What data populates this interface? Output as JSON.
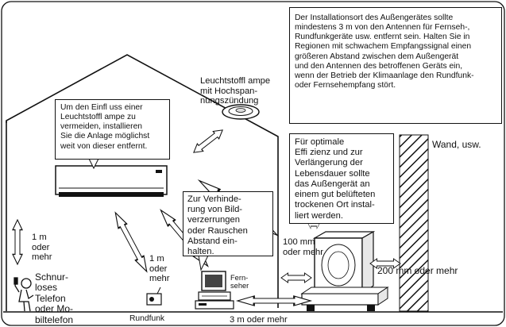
{
  "notes": {
    "antenna": "Der Installationsort des Außengerätes sollte\nmindestens 3 m von den Antennen für Fernseh-,\nRundfunkgeräte usw. entfernt sein. Halten Sie in\nRegionen mit schwachem Empfangssignal einen\ngrößeren Abstand zwischen dem Außengerät\nund den Antennen des betroffenen Geräts ein,\nwenn der Betrieb der Klimaanlage den Rundfunk-\noder Fernsehempfang stört.",
    "lamp": "Um den Einfl uss einer\nLeuchtstoffl ampe zu\nvermeiden, installieren\nSie die Anlage möglichst\nweit von dieser entfernt.",
    "noise": "Zur Verhinde-\nrung von Bild-\nverzerrungen\noder Rauschen\nAbstand ein-\nhalten.",
    "ventilation": "Für optimale\nEffi zienz und zur\nVerlängerung der\nLebensdauer sollte\ndas Außengerät an\neinem gut belüfteten\ntrockenen Ort instal-\nliert werden."
  },
  "labels": {
    "lamp": "Leuchtstoffl ampe\nmit Hochspan-\nnungszündung",
    "wall": "Wand, usw.",
    "phone_dist": "1 m\noder\nmehr",
    "phone": "Schnur-\nloses\nTelefon\noder Mo-\nbiltelefon",
    "radio_dist": "1 m\noder\nmehr",
    "radio": "Rundfunk",
    "tv": "Fern-\nseher",
    "indoor_outdoor_dist": "3 m oder mehr",
    "back_gap": "100 mm\noder mehr",
    "side_gap": "200 mm oder mehr"
  }
}
